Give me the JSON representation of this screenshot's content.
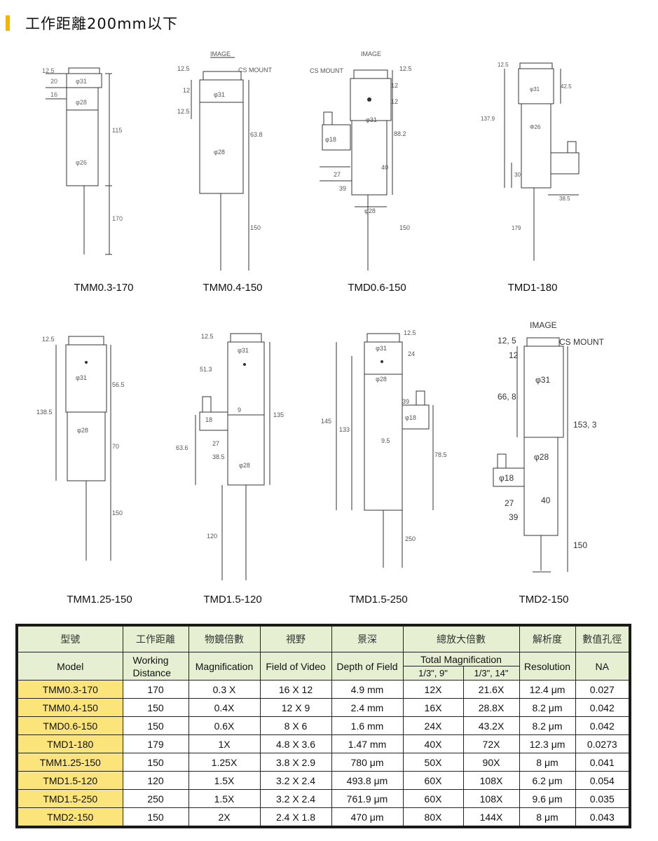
{
  "heading": {
    "title": "工作距離200mm以下"
  },
  "drawings": [
    {
      "caption": "TMM0.3-170",
      "labels": [
        "12.5",
        "20",
        "16",
        "115",
        "170",
        "φ31",
        "φ28",
        "φ26"
      ]
    },
    {
      "caption": "TMM0.4-150",
      "labels": [
        "IMAGE",
        "CS MOUNT",
        "12.5",
        "12",
        "12.5",
        "63.8",
        "150",
        "φ31",
        "φ28"
      ]
    },
    {
      "caption": "TMD0.6-150",
      "labels": [
        "IMAGE",
        "CS MOUNT",
        "12.5",
        "12",
        "12",
        "φ31",
        "88.2",
        "φ18",
        "40",
        "27",
        "39",
        "φ28",
        "150"
      ]
    },
    {
      "caption": "TMD1-180",
      "labels": [
        "12.5",
        "42.5",
        "φ31",
        "137.9",
        "Φ26",
        "30",
        "38.5",
        "179"
      ]
    },
    {
      "caption": "TMM1.25-150",
      "labels": [
        "12.5",
        "φ31",
        "56.5",
        "138.5",
        "φ28",
        "70",
        "150"
      ]
    },
    {
      "caption": "TMD1.5-120",
      "labels": [
        "12.5",
        "φ31",
        "51.3",
        "135",
        "18",
        "9",
        "27",
        "38.5",
        "φ28",
        "63.6",
        "120"
      ]
    },
    {
      "caption": "TMD1.5-250",
      "labels": [
        "12.5",
        "φ31",
        "24",
        "φ28",
        "145",
        "133",
        "39",
        "φ18",
        "9.5",
        "78.5",
        "250"
      ]
    },
    {
      "caption": "TMD2-150",
      "labels": [
        "IMAGE",
        "CS MOUNT",
        "12, 5",
        "12",
        "φ31",
        "66, 8",
        "153, 3",
        "φ28",
        "φ18",
        "27",
        "40",
        "39",
        "150"
      ]
    }
  ],
  "table": {
    "header_zh": [
      "型號",
      "工作距離",
      "物鏡倍數",
      "視野",
      "景深",
      "總放大倍數",
      "解析度",
      "數值孔徑"
    ],
    "header_en": {
      "model": "Model",
      "wd1": "Working",
      "wd2": "Distance",
      "mag": "Magnification",
      "fov": "Field of Video",
      "dof": "Depth of Field",
      "total": "Total Magnification",
      "sub1": "1/3\", 9\"",
      "sub2": "1/3\", 14\"",
      "res": "Resolution",
      "na": "NA"
    },
    "rows": [
      [
        "TMM0.3-170",
        "170",
        "0.3 X",
        "16 X 12",
        "4.9 mm",
        "12X",
        "21.6X",
        "12.4 μm",
        "0.027"
      ],
      [
        "TMM0.4-150",
        "150",
        "0.4X",
        "12 X 9",
        "2.4 mm",
        "16X",
        "28.8X",
        "8.2 μm",
        "0.042"
      ],
      [
        "TMD0.6-150",
        "150",
        "0.6X",
        "8 X 6",
        "1.6 mm",
        "24X",
        "43.2X",
        "8.2 μm",
        "0.042"
      ],
      [
        "TMD1-180",
        "179",
        "1X",
        "4.8 X 3.6",
        "1.47 mm",
        "40X",
        "72X",
        "12.3 μm",
        "0.0273"
      ],
      [
        "TMM1.25-150",
        "150",
        "1.25X",
        "3.8 X 2.9",
        "780 μm",
        "50X",
        "90X",
        "8 μm",
        "0.041"
      ],
      [
        "TMD1.5-120",
        "120",
        "1.5X",
        "3.2 X 2.4",
        "493.8 μm",
        "60X",
        "108X",
        "6.2 μm",
        "0.054"
      ],
      [
        "TMD1.5-250",
        "250",
        "1.5X",
        "3.2 X 2.4",
        "761.9 μm",
        "60X",
        "108X",
        "9.6 μm",
        "0.035"
      ],
      [
        "TMD2-150",
        "150",
        "2X",
        "2.4 X 1.8",
        "470 μm",
        "80X",
        "144X",
        "8 μm",
        "0.043"
      ]
    ]
  }
}
